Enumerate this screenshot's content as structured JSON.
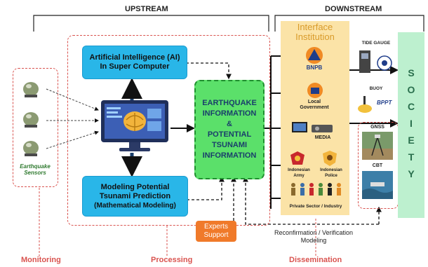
{
  "headers": {
    "upstream": "UPSTREAM",
    "downstream": "DOWNSTREAM"
  },
  "interface": {
    "line1": "Interface",
    "line2": "Institution"
  },
  "sensors": {
    "label_line1": "Earthquake",
    "label_line2": "Sensors"
  },
  "ai_box": {
    "line1": "Artificial Intelligence (AI)",
    "line2": "In Super Computer"
  },
  "model_box": {
    "line1": "Modeling Potential",
    "line2": "Tsunami Prediction",
    "line3": "(Mathematical Modeling)"
  },
  "info_box": {
    "line1": "EARTHQUAKE",
    "line2": "INFORMATION",
    "line3": "&",
    "line4": "POTENTIAL",
    "line5": "TSUNAMI",
    "line6": "INFORMATION"
  },
  "experts": {
    "line1": "Experts",
    "line2": "Support"
  },
  "reconfirm": {
    "line1": "Reconfirmation / Verification",
    "line2": "Modeling"
  },
  "institutions": {
    "bnpb": "BNPB",
    "local_gov_1": "Local",
    "local_gov_2": "Government",
    "media": "MEDIA",
    "army_1": "Indonesian",
    "army_2": "Army",
    "police_1": "Indonesian",
    "police_2": "Police",
    "private": "Private Sector / Industry"
  },
  "devices": {
    "tide": "TIDE GAUGE",
    "buoy": "BUOY",
    "gnss": "GNSS",
    "cbt": "CBT",
    "bppt": "BPPT"
  },
  "society": [
    "S",
    "O",
    "C",
    "I",
    "E",
    "T",
    "Y"
  ],
  "bottom": {
    "monitoring": "Monitoring",
    "processing": "Processing",
    "dissemination": "Dissemination"
  },
  "colors": {
    "blue": "#29b6e8",
    "green": "#5be06a",
    "orange": "#f07a2a",
    "red_dash": "#d9534f",
    "interface": "#fbe3a7",
    "society": "#bdf0cf"
  }
}
